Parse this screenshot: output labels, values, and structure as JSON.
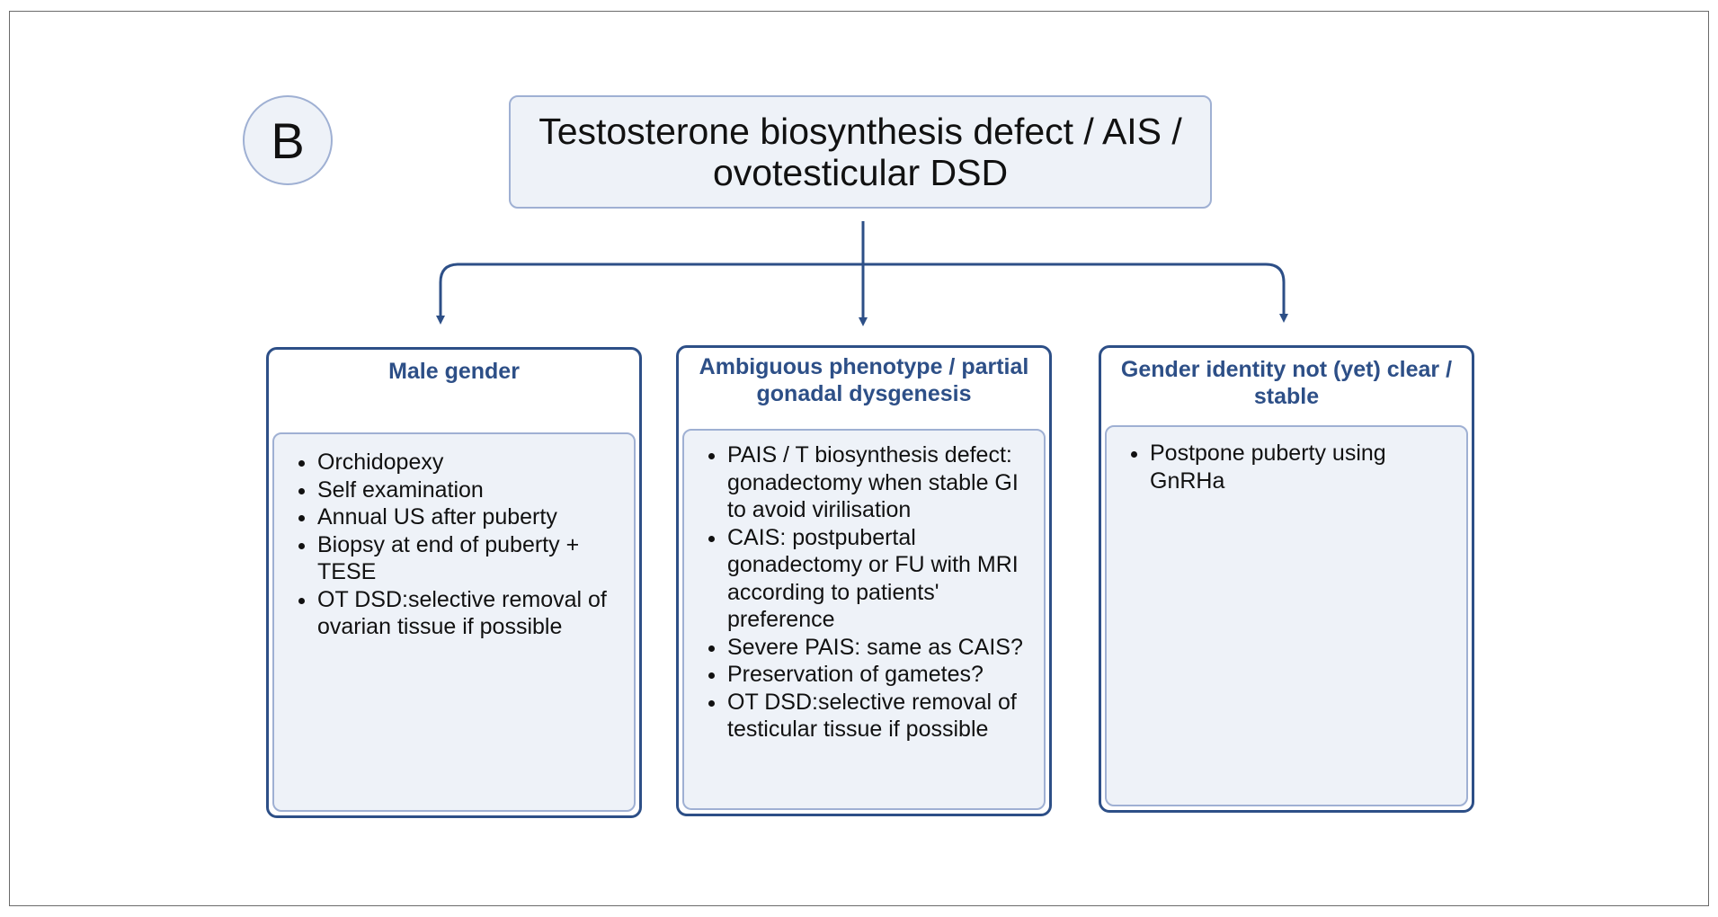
{
  "panel_label": "B",
  "root": {
    "title": "Testosterone biosynthesis defect / AIS / ovotesticular DSD"
  },
  "columns": [
    {
      "title": "Male gender",
      "items": [
        "Orchidopexy",
        "Self examination",
        "Annual US after puberty",
        "Biopsy at end of puberty + TESE",
        "OT DSD:selective removal of ovarian tissue if possible"
      ]
    },
    {
      "title": "Ambiguous phenotype / partial gonadal dysgenesis",
      "items": [
        "PAIS / T biosynthesis defect: gonadectomy when stable GI to avoid virilisation",
        "CAIS: postpubertal gonadectomy or FU with MRI according to patients' preference",
        "Severe PAIS: same as CAIS?",
        "Preservation of gametes?",
        "OT DSD:selective removal of testicular tissue if possible"
      ]
    },
    {
      "title": "Gender identity not (yet) clear / stable",
      "items": [
        "Postpone puberty using GnRHa"
      ]
    }
  ],
  "colors": {
    "accent": "#2d4f87",
    "box_fill": "#eef2f8",
    "box_border": "#9fb0d3"
  }
}
